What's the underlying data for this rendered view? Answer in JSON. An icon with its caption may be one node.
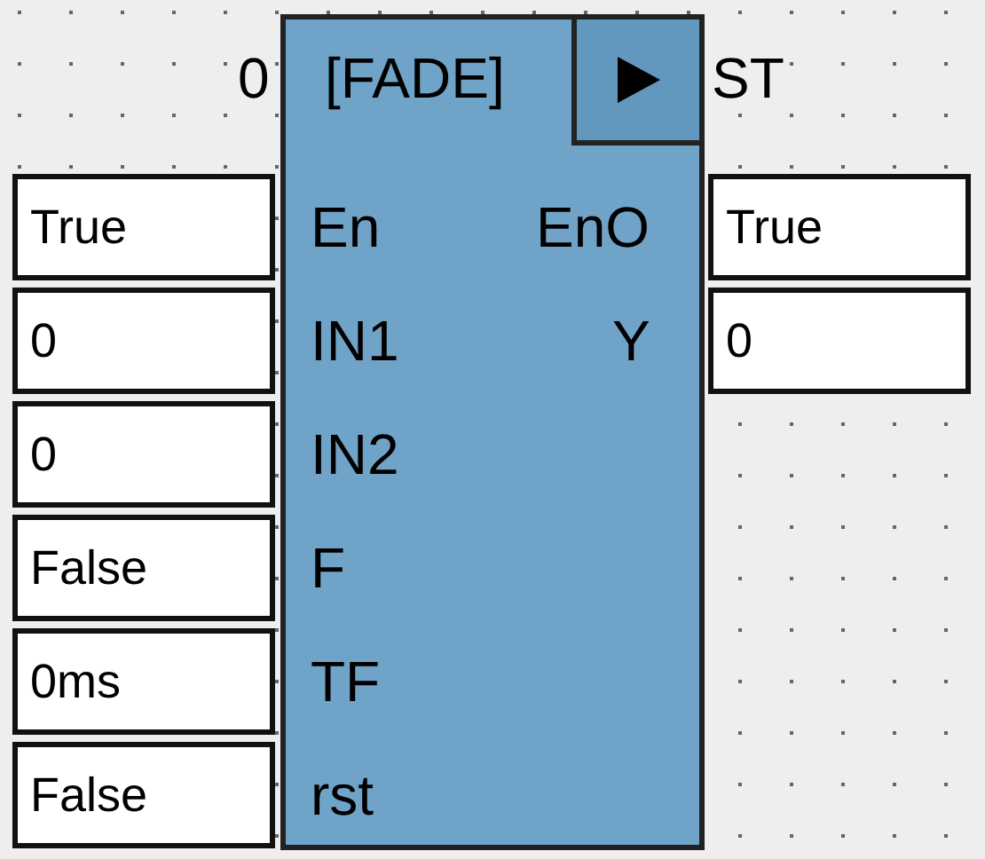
{
  "diagram": {
    "nodes": [
      {
        "text": [
          "[FADE]",
          "En",
          "EnO",
          "IN1",
          "Y",
          "IN2",
          "F",
          "TF",
          "rst"
        ],
        "beside": [
          "0",
          "ST"
        ]
      },
      {
        "text": [
          "True"
        ]
      },
      {
        "text": [
          "0"
        ]
      },
      {
        "text": [
          "0"
        ]
      },
      {
        "text": [
          "False"
        ]
      },
      {
        "text": [
          "0ms"
        ]
      },
      {
        "text": [
          "False"
        ]
      },
      {
        "text": [
          "True"
        ]
      },
      {
        "text": [
          "0"
        ]
      }
    ]
  }
}
